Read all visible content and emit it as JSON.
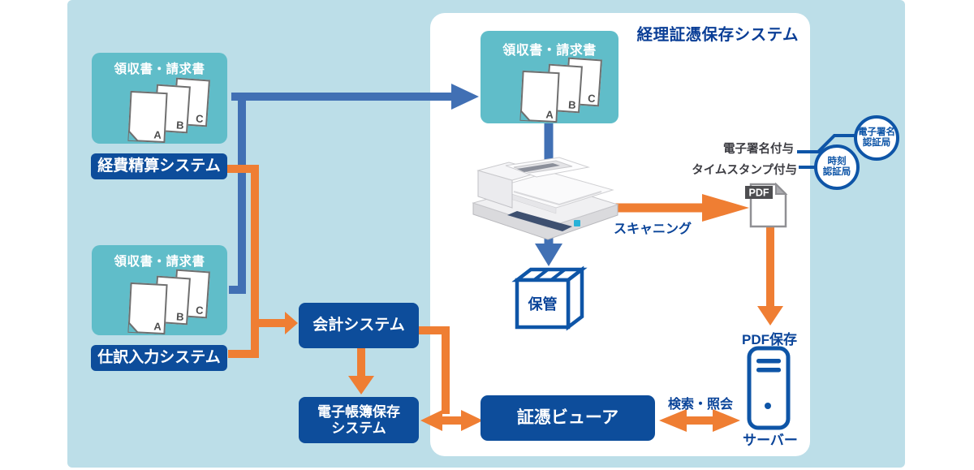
{
  "docs": {
    "label": "領収書・請求書",
    "letters": [
      "A",
      "B",
      "C"
    ]
  },
  "left": {
    "expense_system": "経費精算システム",
    "journal_system": "仕訳入力システム"
  },
  "middle": {
    "accounting_system": "会計システム",
    "ledger_system": {
      "line1": "電子帳簿保存",
      "line2": "システム"
    }
  },
  "panel": {
    "title": "経理証憑保存システム",
    "storage": "保管",
    "scanning": "スキャニング",
    "viewer": "証憑ビューア"
  },
  "right": {
    "esign": "電子署名付与",
    "timestamp": "タイムスタンプ付与",
    "esign_ca": {
      "line1": "電子署名",
      "line2": "認証局"
    },
    "time_ca": {
      "line1": "時刻",
      "line2": "認証局"
    },
    "pdf_badge": "PDF",
    "pdf_save": "PDF保存",
    "server": "サーバー",
    "search": "検索・照会"
  },
  "colors": {
    "canvas_bg": "#bcdee8",
    "teal": "#60bdc9",
    "navy_box": "#0d4d9b",
    "blue_arrow": "#4170b4",
    "orange": "#ef7e33",
    "line_blue": "#0e55a7",
    "text_navy": "#0a4499",
    "text_dark": "#3c3c42"
  }
}
